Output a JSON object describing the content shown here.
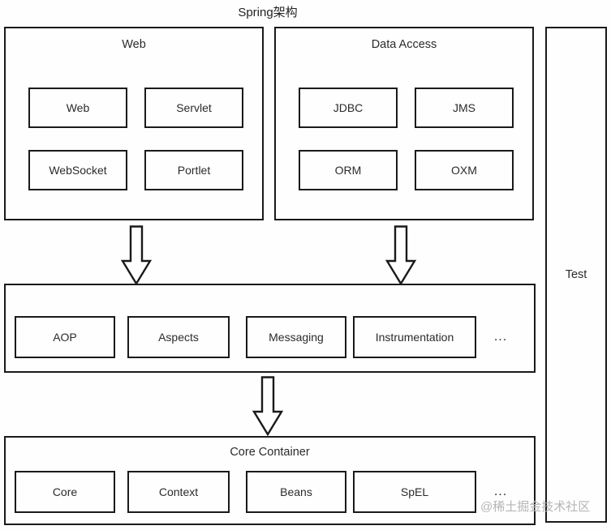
{
  "title": "Spring架构",
  "panels": {
    "web": {
      "label": "Web",
      "items": [
        "Web",
        "Servlet",
        "WebSocket",
        "Portlet"
      ]
    },
    "data_access": {
      "label": "Data Access",
      "items": [
        "JDBC",
        "JMS",
        "ORM",
        "OXM"
      ]
    },
    "middle": {
      "items": [
        "AOP",
        "Aspects",
        "Messaging",
        "Instrumentation"
      ],
      "ellipsis": "..."
    },
    "core_container": {
      "label": "Core Container",
      "items": [
        "Core",
        "Context",
        "Beans",
        "SpEL"
      ],
      "ellipsis": "..."
    },
    "test": {
      "label": "Test"
    }
  },
  "watermark": "@稀土掘金技术社区",
  "colors": {
    "border": "#1a1a1a",
    "text": "#2b2b2b",
    "background": "#fefefe",
    "watermark": "#b5b5b5"
  }
}
